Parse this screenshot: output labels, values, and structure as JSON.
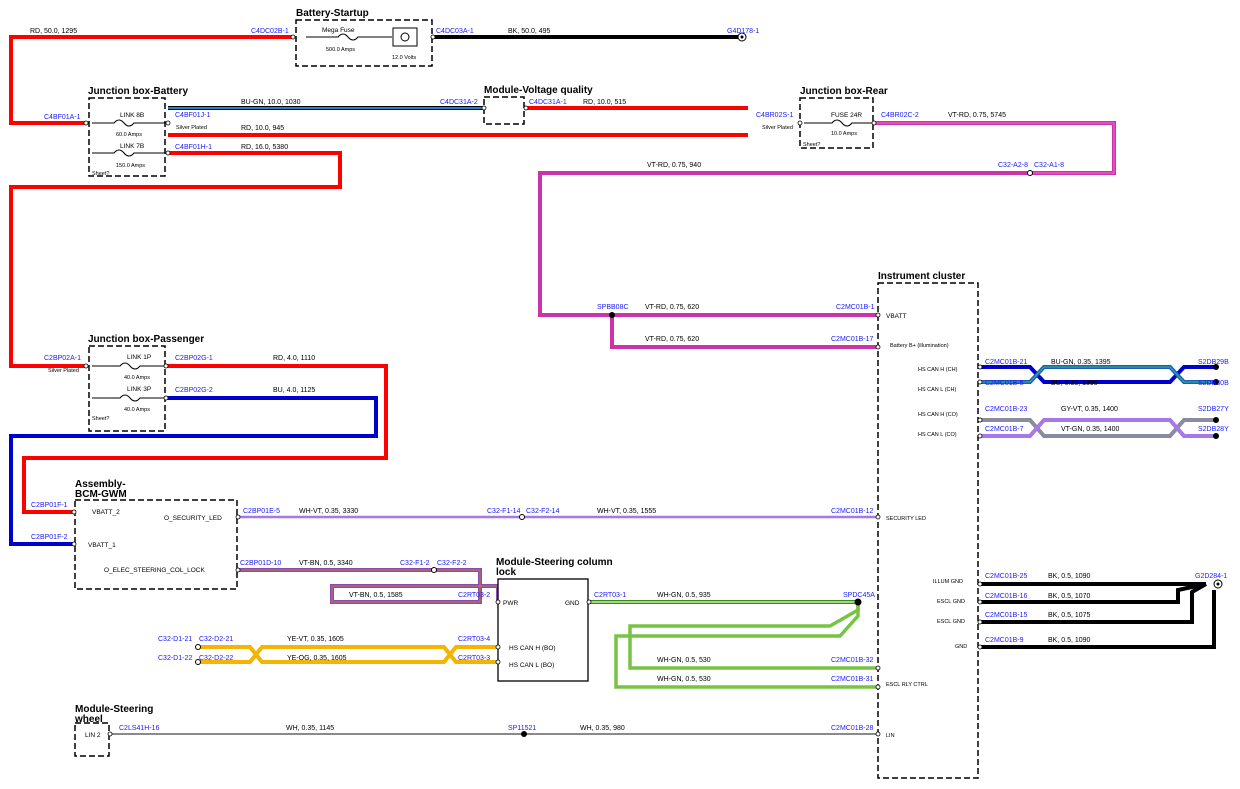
{
  "colors": {
    "red": "#ff0000",
    "black": "#000000",
    "blue": "#0000cc",
    "blue_green": "#2a7fd0",
    "violet_red": "#cc33aa",
    "violet": "#a678e8",
    "grey_violet": "#8a8aa0",
    "yellow": "#f4b400",
    "violet_brown": "#8b4bb0",
    "white_green": "#76c442",
    "connector": "#1a1aff"
  },
  "components": {
    "battery_startup": {
      "title": "Battery-Startup",
      "fuse": "Mega Fuse",
      "fuse_rating": "500.0 Amps",
      "voltage": "12.0 Volts"
    },
    "junction_box_battery": {
      "title": "Junction box-Battery",
      "link1": "LINK 8B",
      "link1_rating": "60.0 Amps",
      "link2": "LINK 7B",
      "link2_rating": "150.0 Amps",
      "plating": "Silver Plated",
      "sheet": "Sheet?"
    },
    "module_voltage_quality": {
      "title": "Module-Voltage quality"
    },
    "junction_box_rear": {
      "title": "Junction box-Rear",
      "fuse": "FUSE 24R",
      "fuse_rating": "10.0 Amps",
      "plating": "Silver Plated",
      "sheet": "Sheet?"
    },
    "junction_box_passenger": {
      "title": "Junction box-Passenger",
      "link1": "LINK 1P",
      "link1_rating": "40.0 Amps",
      "link2": "LINK 3P",
      "link2_rating": "40.0 Amps",
      "plating": "Silver Plated",
      "sheet": "Sheet?"
    },
    "bcm_gwm": {
      "title_line1": "Assembly-",
      "title_line2": "BCM-GWM",
      "pin_vbatt2": "VBATT_2",
      "pin_vbatt1": "VBATT_1",
      "pin_security_led": "O_SECURITY_LED",
      "pin_steering_lock": "O_ELEC_STEERING_COL_LOCK"
    },
    "steering_column_lock": {
      "title_line1": "Module-Steering column",
      "title_line2": "lock",
      "pin_pwr": "PWR",
      "pin_gnd": "GND",
      "pin_can_h": "HS CAN H (BO)",
      "pin_can_l": "HS CAN L (BO)"
    },
    "steering_wheel": {
      "title_line1": "Module-Steering",
      "title_line2": "wheel",
      "pin_lin": "LIN 2"
    },
    "instrument_cluster": {
      "title": "Instrument cluster",
      "pin_vbatt": "VBATT",
      "pin_batt_illum": "Battery B+ (illumination)",
      "pin_can_h_ch": "HS CAN H (CH)",
      "pin_can_l_ch": "HS CAN L (CH)",
      "pin_can_h_co": "HS CAN H (CO)",
      "pin_can_l_co": "HS CAN L (CO)",
      "pin_security_led": "SECURITY LED",
      "pin_illum_gnd": "ILLUM GND",
      "pin_escl_gnd1": "ESCL GND",
      "pin_escl_gnd2": "ESCL GND",
      "pin_gnd": "GND",
      "pin_escl_rly": "ESCL RLY CTRL",
      "pin_lin": "LIN"
    }
  },
  "connectors": {
    "c4dc02b1": "C4DC02B-1",
    "c4dc03a1": "C4DC03A-1",
    "g4d1781": "G4D178-1",
    "c4bf01a1": "C4BF01A-1",
    "c4bf01j1": "C4BF01J-1",
    "c4bf01h1": "C4BF01H-1",
    "c4dc31a2": "C4DC31A-2",
    "c4dc31a1": "C4DC31A-1",
    "c4br02s1": "C4BR02S-1",
    "c4br02c2": "C4BR02C-2",
    "c32a28": "C32-A2-8",
    "c32a18": "C32-A1-8",
    "spbb08c": "SPBB08C",
    "c2mc01b1": "C2MC01B-1",
    "c2mc01b17": "C2MC01B-17",
    "c2bp02a1": "C2BP02A-1",
    "c2bp02g1": "C2BP02G-1",
    "c2bp02g2": "C2BP02G-2",
    "c2bp01f1": "C2BP01F-1",
    "c2bp01f2": "C2BP01F-2",
    "c2bp01e5": "C2BP01E-5",
    "c32f114": "C32-F1-14",
    "c32f214": "C32-F2-14",
    "c2mc01b12": "C2MC01B-12",
    "c2bp01d10": "C2BP01D-10",
    "c32f12": "C32-F1-2",
    "c32f22": "C32-F2-2",
    "c2rt032": "C2RT03-2",
    "c2rt031": "C2RT03-1",
    "spdc45a": "SPDC45A",
    "c2mc01b32": "C2MC01B-32",
    "c2mc01b31": "C2MC01B-31",
    "c32d121": "C32-D1-21",
    "c32d221": "C32-D2-21",
    "c32d122": "C32-D1-22",
    "c32d222": "C32-D2-22",
    "c2rt034": "C2RT03-4",
    "c2rt033": "C2RT03-3",
    "c2ls41h16": "C2LS41H-16",
    "sp11521": "SP11521",
    "c2mc01b28": "C2MC01B-28",
    "c2mc01b21": "C2MC01B-21",
    "c2mc01b5": "C2MC01B-5",
    "s2db29b": "S2DB29B",
    "s2db30b": "S2DB30B",
    "c2mc01b23": "C2MC01B-23",
    "c2mc01b7": "C2MC01B-7",
    "s2db27y": "S2DB27Y",
    "s2db28y": "S2DB28Y",
    "c2mc01b25": "C2MC01B-25",
    "c2mc01b16": "C2MC01B-16",
    "c2mc01b15": "C2MC01B-15",
    "c2mc01b9": "C2MC01B-9",
    "g2d2841": "G2D284-1"
  },
  "wires": {
    "w1": "RD,  50.0,  1295",
    "w2": "BK,  50.0,  495",
    "w3": "BU-GN,  10.0,  1030",
    "w4": "RD,  10.0,  515",
    "w5": "RD,  10.0,  945",
    "w6": "RD,  16.0,  5380",
    "w7": "VT-RD,  0.75,  5745",
    "w8": "VT-RD,  0.75,  940",
    "w9": "VT-RD,  0.75,  620",
    "w10": "VT-RD,  0.75,  620",
    "w11": "RD,  4.0,  1110",
    "w12": "BU,  4.0,  1125",
    "w13": "WH-VT,  0.35,  3330",
    "w14": "WH-VT,  0.35,  1555",
    "w15": "VT-BN,  0.5,  3340",
    "w16": "VT-BN,  0.5,  1585",
    "w17": "WH-GN,  0.5,  935",
    "w18": "WH-GN,  0.5,  530",
    "w19": "WH-GN,  0.5,  530",
    "w20": "YE-VT,  0.35,  1605",
    "w21": "YE-OG,  0.35,  1605",
    "w22": "WH,  0.35,  1145",
    "w23": "WH,  0.35,  980",
    "w24": "BU-GN,  0.35,  1395",
    "w25": "BU,  0.35,  1395",
    "w26": "GY-VT,  0.35,  1400",
    "w27": "VT-GN,  0.35,  1400",
    "w28": "BK,  0.5,  1090",
    "w29": "BK,  0.5,  1070",
    "w30": "BK,  0.5,  1075",
    "w31": "BK,  0.5,  1090"
  }
}
